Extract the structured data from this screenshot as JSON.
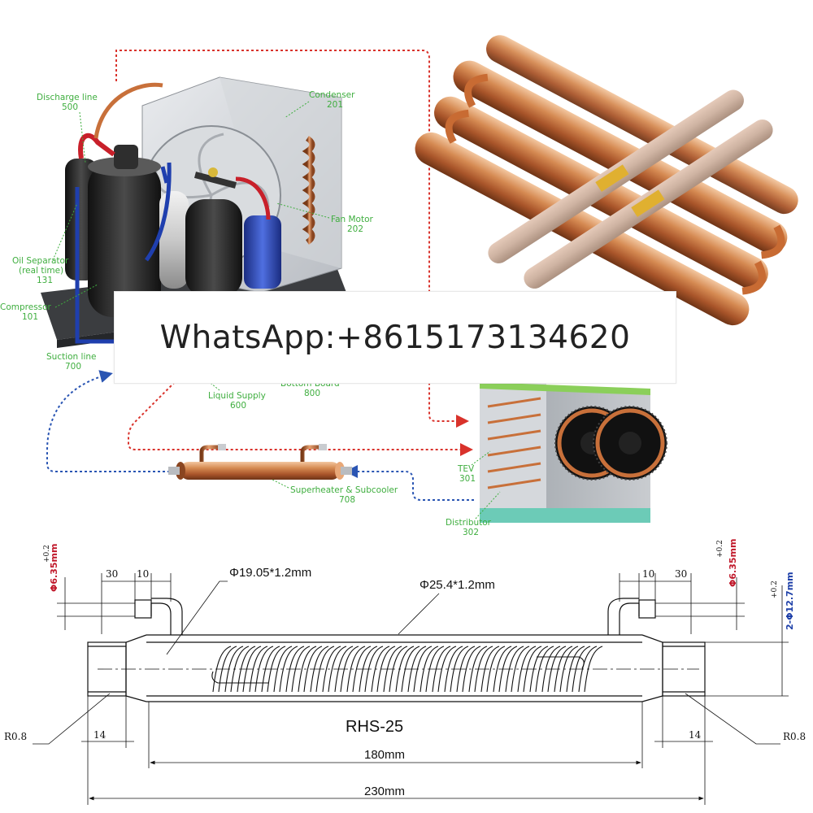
{
  "system_labels": {
    "discharge_line": {
      "name": "Discharge line",
      "code": "500"
    },
    "condenser": {
      "name": "Condenser",
      "code": "201"
    },
    "fan_motor": {
      "name": "Fan Motor",
      "code": "202"
    },
    "oil_separator": {
      "name": "Oil Separator",
      "sub": "(real time)",
      "code": "131"
    },
    "compressor": {
      "name": "Compressor",
      "code": "101"
    },
    "suction_line": {
      "name": "Suction line",
      "code": "700"
    },
    "bottom_board": {
      "name": "Bottom Board",
      "code": "800"
    },
    "liquid_supply": {
      "name": "Liquid Supply",
      "code": "600"
    },
    "superheater": {
      "name": "Superheater & Subcooler",
      "code": "708"
    },
    "tev": {
      "name": "TEV",
      "code": "301"
    },
    "distributor": {
      "name": "Distributor",
      "code": "302"
    }
  },
  "watermark": "WhatsApp:+8615173134620",
  "drawing": {
    "model": "RHS-25",
    "inner_tube": "Φ19.05*1.2mm",
    "outer_tube": "Φ25.4*1.2mm",
    "left_port": "Φ6.35mm",
    "left_port_tol": "+0.2",
    "right_port": "Φ6.35mm",
    "right_port_tol": "+0.2",
    "end_ports": "2-Φ12.7mm",
    "end_ports_tol": "+0.2",
    "dim_30_left": "30",
    "dim_10_left": "10",
    "dim_10_right": "10",
    "dim_30_right": "30",
    "dim_14_left": "14",
    "dim_14_right": "14",
    "radius_left": "R0.8",
    "radius_right": "R0.8",
    "shell_length": "180mm",
    "total_length": "230mm"
  },
  "colors": {
    "label_green": "#3fae3f",
    "hot_line": "#d9322b",
    "cold_line": "#2a55b3",
    "copper": "#c8703a",
    "red_dim": "#c0182a",
    "blue_dim": "#1d3fa8"
  }
}
